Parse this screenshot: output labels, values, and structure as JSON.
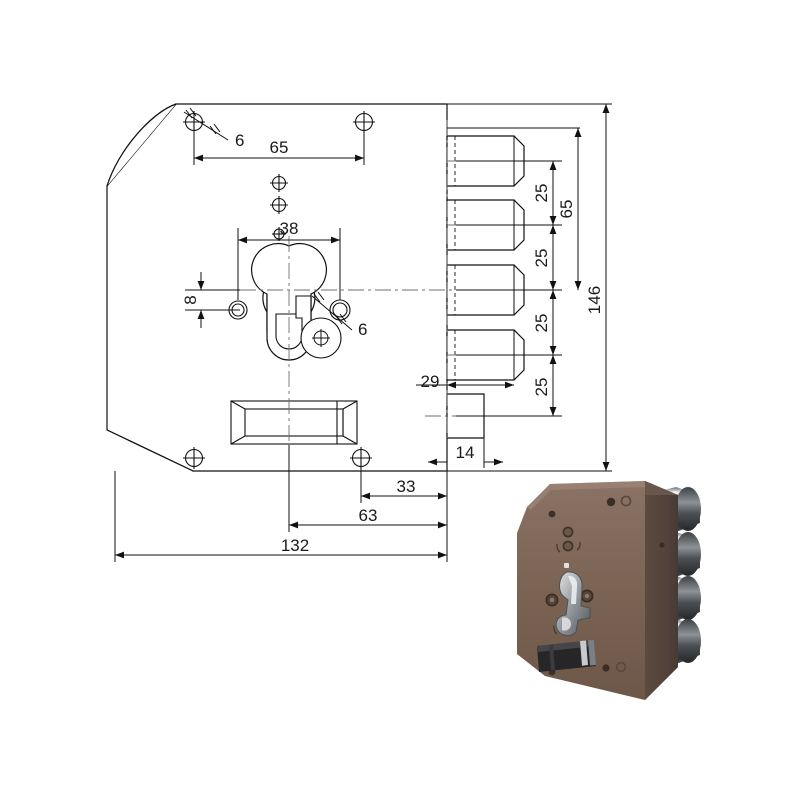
{
  "drawing": {
    "title": "Mortise lock faceplate technical drawing",
    "units": "mm",
    "line_color": "#111111",
    "dimensions": {
      "top_hole_spacing": "65",
      "hole_diameter_top": "6",
      "cylinder_width": "38",
      "offset_small": "8",
      "hole_diameter_cyl": "6",
      "bolt_pitch_1": "25",
      "bolt_pitch_2": "25",
      "bolt_pitch_3": "25",
      "bolt_pitch_4": "25",
      "bolt_group_height": "65",
      "overall_height": "146",
      "bolt_projection": "29",
      "latch_projection": "14",
      "backset_small": "33",
      "backset_mid": "63",
      "overall_width": "132"
    }
  },
  "photo": {
    "label": "lock-body-3d-render",
    "body_color": "#7a6253",
    "body_color_dark": "#55423a",
    "body_color_light": "#8d7667",
    "chrome_light": "#f2f2f2",
    "chrome_mid": "#b9bcc0",
    "chrome_dark": "#2e3134",
    "latch_color": "#2b2b2d",
    "bolt_count": "4",
    "aux_bolt_count": "1"
  }
}
